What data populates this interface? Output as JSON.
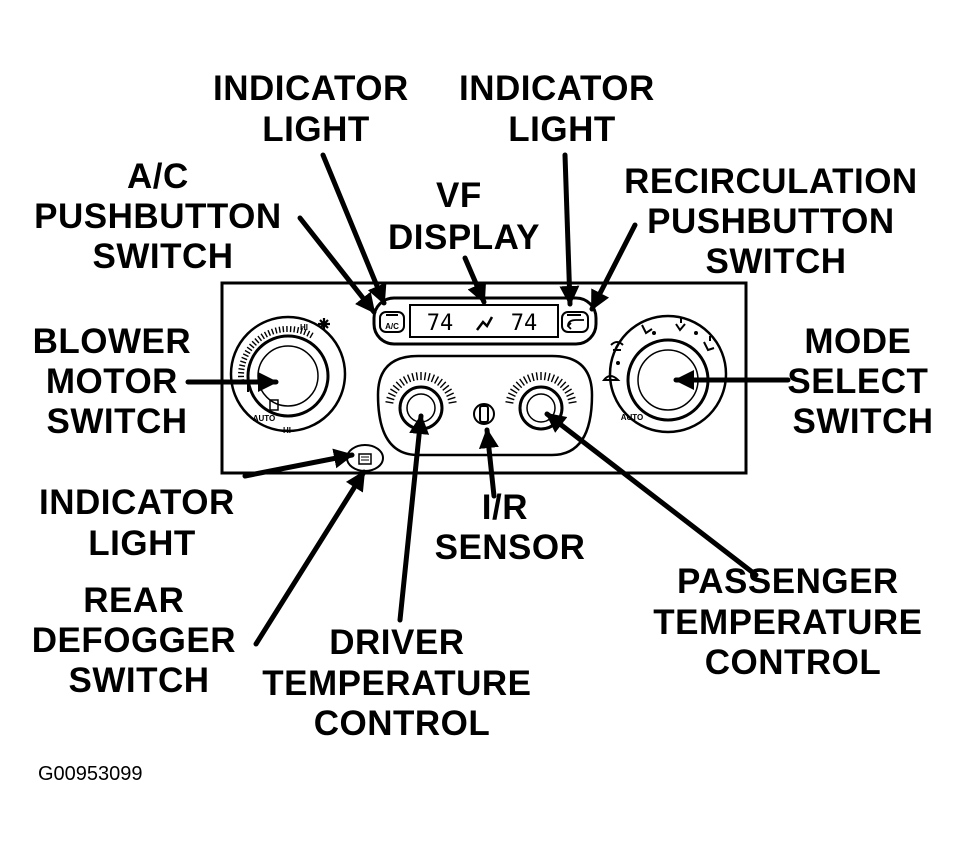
{
  "labels": {
    "indicator_light_left": [
      "INDICATOR",
      "LIGHT"
    ],
    "indicator_light_right": [
      "INDICATOR",
      "LIGHT"
    ],
    "ac_pushbutton": [
      "A/C",
      "PUSHBUTTON",
      "SWITCH"
    ],
    "vf_display": [
      "VF",
      "DISPLAY"
    ],
    "recirculation_pushbutton": [
      "RECIRCULATION",
      "PUSHBUTTON",
      "SWITCH"
    ],
    "blower_motor": [
      "BLOWER",
      "MOTOR",
      "SWITCH"
    ],
    "mode_select": [
      "MODE",
      "SELECT",
      "SWITCH"
    ],
    "indicator_light_bottom": [
      "INDICATOR",
      "LIGHT"
    ],
    "ir_sensor": [
      "I/R",
      "SENSOR"
    ],
    "rear_defogger": [
      "REAR",
      "DEFOGGER",
      "SWITCH"
    ],
    "driver_temp": [
      "DRIVER",
      "TEMPERATURE",
      "CONTROL"
    ],
    "passenger_temp": [
      "PASSENGER",
      "TEMPERATURE",
      "CONTROL"
    ]
  },
  "panel": {
    "ac_button_text": "A/C",
    "display_left_temp": "74",
    "display_right_temp": "74",
    "blower_hi_top": "HI",
    "blower_hi_bottom": "HI",
    "blower_auto": "AUTO",
    "mode_auto": "AUTO"
  },
  "figure_code": "G00953099"
}
